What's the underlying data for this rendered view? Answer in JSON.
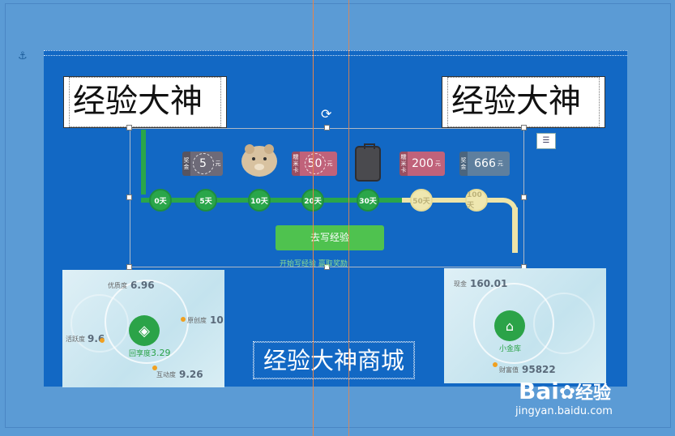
{
  "slide": {
    "title_left": "经验大神",
    "title_right": "经验大神",
    "mall_title": "经验大神商城"
  },
  "rewards": [
    {
      "tag": "奖金",
      "value": "5",
      "unit": "元",
      "kind": "ticket",
      "color": "#6d6a78"
    },
    {
      "tag": "",
      "value": "",
      "unit": "",
      "kind": "bear-icon"
    },
    {
      "tag": "糯米卡",
      "value": "50",
      "unit": "元",
      "kind": "ticket",
      "color": "#c0627a"
    },
    {
      "tag": "",
      "value": "",
      "unit": "",
      "kind": "suitcase-icon"
    },
    {
      "tag": "糯米卡",
      "value": "200",
      "unit": "元",
      "kind": "ticket",
      "color": "#c0627a"
    },
    {
      "tag": "奖金",
      "value": "666",
      "unit": "元",
      "kind": "ticket",
      "color": "#5e7f9e"
    }
  ],
  "days": [
    "0天",
    "5天",
    "10天",
    "20天",
    "30天",
    "50天",
    "100天"
  ],
  "days_reached": 5,
  "button_label": "去写经验",
  "blurred_caption": "开始写经验 赢取奖励",
  "left_panel": {
    "center_label": "回享度",
    "center_value": "3.29",
    "metrics": [
      {
        "label": "优质度",
        "value": "6.96"
      },
      {
        "label": "原创度",
        "value": "10"
      },
      {
        "label": "活跃度",
        "value": "9.6"
      },
      {
        "label": "互动度",
        "value": "9.26"
      }
    ]
  },
  "right_panel": {
    "center_label": "小金库",
    "metrics": [
      {
        "label": "现金",
        "value": "160.01"
      },
      {
        "label": "财富值",
        "value": "95822"
      }
    ]
  },
  "watermark": {
    "brand": "Bai",
    "brand_suffix": "经验",
    "url": "jingyan.baidu.com"
  },
  "colors": {
    "slide_bg": "#1268c4",
    "canvas_bg": "#5b9bd5",
    "track_green": "#2aa64a",
    "track_future": "#ede4a8",
    "button_green": "#4fc24f"
  }
}
